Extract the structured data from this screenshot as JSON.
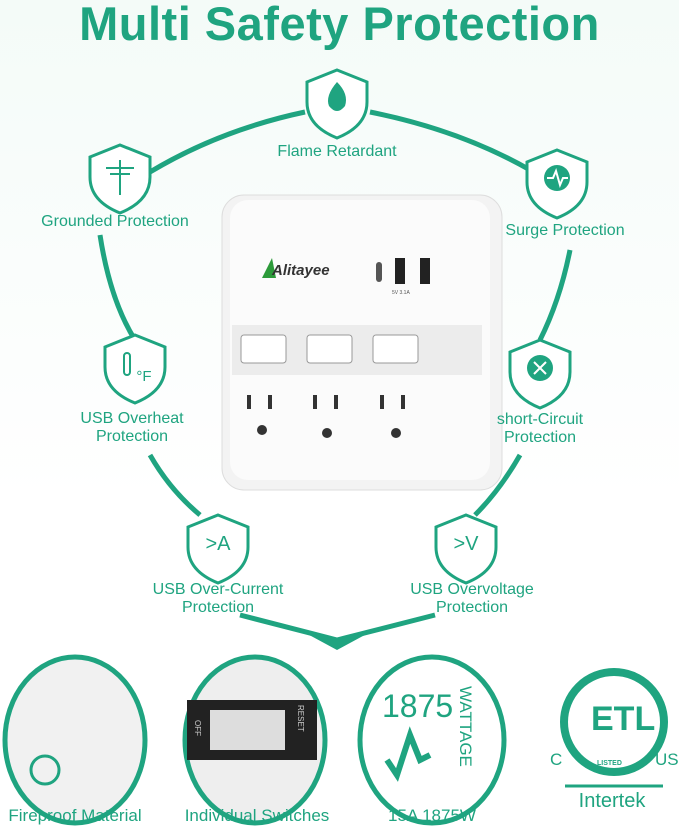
{
  "title": "Multi Safety Protection",
  "accent_color": "#1fa480",
  "features": {
    "flame": "Flame Retardant",
    "grounded": "Grounded Protection",
    "surge": "Surge Protection",
    "overheat_1": "USB Overheat",
    "overheat_2": "Protection",
    "overheat_icon": "°F",
    "short_1": "short-Circuit",
    "short_2": "Protection",
    "overcurrent_1": "USB Over-Current",
    "overcurrent_2": "Protection",
    "overcurrent_icon": ">A",
    "overvoltage_1": "USB Overvoltage",
    "overvoltage_2": "Protection",
    "overvoltage_icon": ">V"
  },
  "device": {
    "brand": "Alitayee",
    "usb_label": "5V 3.1A"
  },
  "bottom": {
    "fireproof": "Fireproof Material",
    "switches": "Individual Switches",
    "switch_reset": "RESET",
    "switch_off": "OFF",
    "wattage_number": "1875",
    "wattage_word": "WATTAGE",
    "rating": "15A 1875W",
    "etl": "ETL",
    "etl_listed": "LISTED",
    "etl_c": "C",
    "etl_us": "US",
    "intertek": "Intertek"
  }
}
